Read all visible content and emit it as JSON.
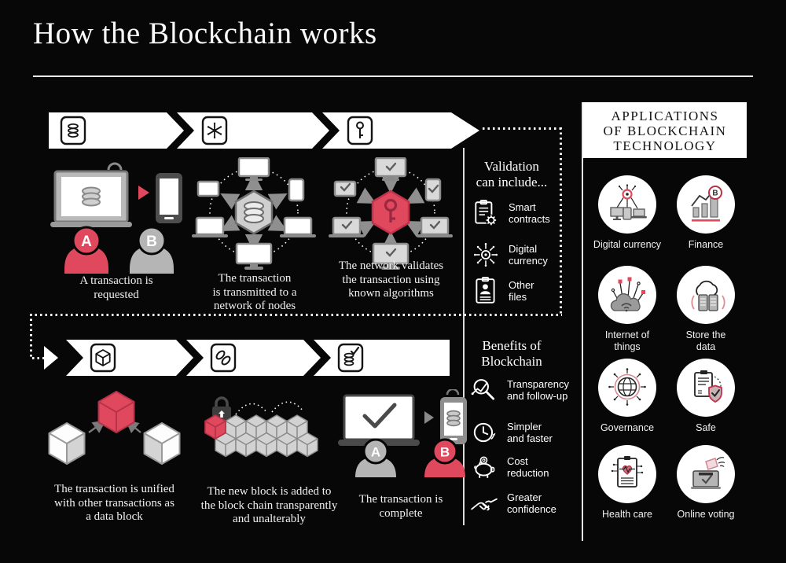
{
  "title": "How the Blockchain works",
  "colors": {
    "red": "#e0495d",
    "gray": "#b5b5b5",
    "background": "#070707",
    "arrow_white": "#ffffff"
  },
  "persons": {
    "sender_label": "A",
    "receiver_label": "B"
  },
  "steps": [
    {
      "arrow_icon": "database-icon",
      "caption": "A transaction is\nrequested"
    },
    {
      "arrow_icon": "asterisk-network-icon",
      "caption": "The transaction\nis transmitted to a\nnetwork of nodes"
    },
    {
      "arrow_icon": "key-icon",
      "caption": "The network validates\nthe transaction using\nknown algorithms"
    },
    {
      "arrow_icon": "cube-icon",
      "caption": "The transaction is unified\nwith other transactions as\na data block"
    },
    {
      "arrow_icon": "chain-link-icon",
      "caption": "The new block is added to\nthe block chain transparently\nand unalterably"
    },
    {
      "arrow_icon": "database-check-icon",
      "caption": "The transaction is\ncomplete"
    }
  ],
  "validation": {
    "title": "Validation\ncan include...",
    "items": [
      {
        "icon": "smart-contract-icon",
        "label": "Smart\ncontracts"
      },
      {
        "icon": "digital-currency-icon",
        "label": "Digital\ncurrency"
      },
      {
        "icon": "other-files-icon",
        "label": "Other\nfiles"
      }
    ]
  },
  "benefits": {
    "title": "Benefits of\nBlockchain",
    "items": [
      {
        "icon": "magnifier-chart-icon",
        "label": "Transparency\nand follow-up"
      },
      {
        "icon": "clock-icon",
        "label": "Simpler\nand faster"
      },
      {
        "icon": "piggy-bank-icon",
        "label": "Cost\nreduction"
      },
      {
        "icon": "handshake-icon",
        "label": "Greater\nconfidence"
      }
    ]
  },
  "applications": {
    "title": "APPLICATIONS\nOF BLOCKCHAIN\nTECHNOLOGY",
    "items": [
      {
        "icon": "digital-currency-app-icon",
        "label": "Digital currency"
      },
      {
        "icon": "finance-icon",
        "label": "Finance"
      },
      {
        "icon": "internet-of-things-icon",
        "label": "Internet of\nthings"
      },
      {
        "icon": "store-data-icon",
        "label": "Store the\ndata"
      },
      {
        "icon": "governance-icon",
        "label": "Governance"
      },
      {
        "icon": "safe-icon",
        "label": "Safe"
      },
      {
        "icon": "health-care-icon",
        "label": "Health care"
      },
      {
        "icon": "online-voting-icon",
        "label": "Online voting"
      }
    ]
  },
  "finance": {
    "symbol": "B"
  }
}
